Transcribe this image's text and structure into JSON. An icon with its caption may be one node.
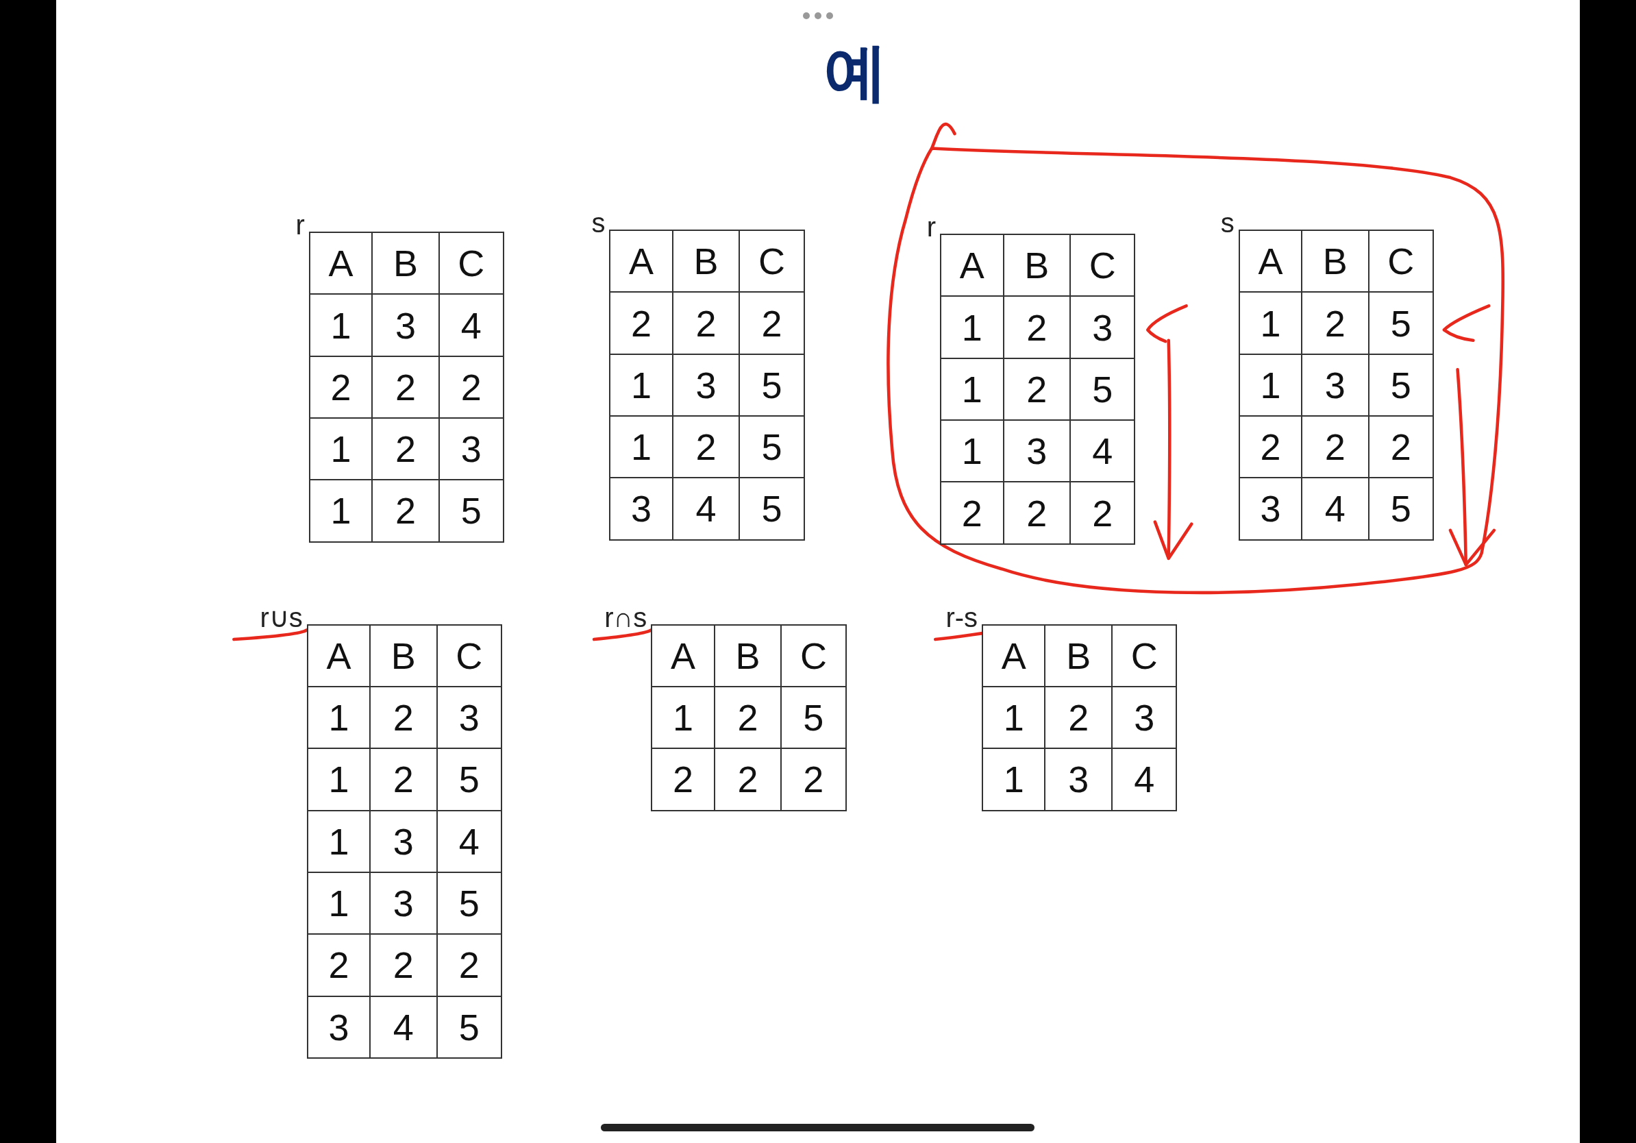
{
  "diagram": {
    "title": "예",
    "labels": [
      "r",
      "A",
      "B",
      "C",
      "1",
      "3",
      "4",
      "2",
      "2",
      "2",
      "1",
      "2",
      "3",
      "1",
      "2",
      "5",
      "s",
      "A",
      "B",
      "C",
      "2",
      "2",
      "2",
      "1",
      "3",
      "5",
      "1",
      "2",
      "5",
      "3",
      "4",
      "5",
      "r",
      "A",
      "B",
      "C",
      "1",
      "2",
      "3",
      "1",
      "2",
      "5",
      "1",
      "3",
      "4",
      "2",
      "2",
      "2",
      "s",
      "A",
      "B",
      "C",
      "1",
      "2",
      "5",
      "1",
      "3",
      "5",
      "2",
      "2",
      "2",
      "3",
      "4",
      "5",
      "r∪s",
      "A",
      "B",
      "C",
      "1",
      "2",
      "3",
      "1",
      "2",
      "5",
      "1",
      "3",
      "4",
      "1",
      "3",
      "5",
      "2",
      "2",
      "2",
      "3",
      "4",
      "5",
      "r∩s",
      "A",
      "B",
      "C",
      "1",
      "2",
      "5",
      "2",
      "2",
      "2",
      "r-s",
      "A",
      "B",
      "C",
      "1",
      "2",
      "3",
      "1",
      "3",
      "4"
    ]
  }
}
